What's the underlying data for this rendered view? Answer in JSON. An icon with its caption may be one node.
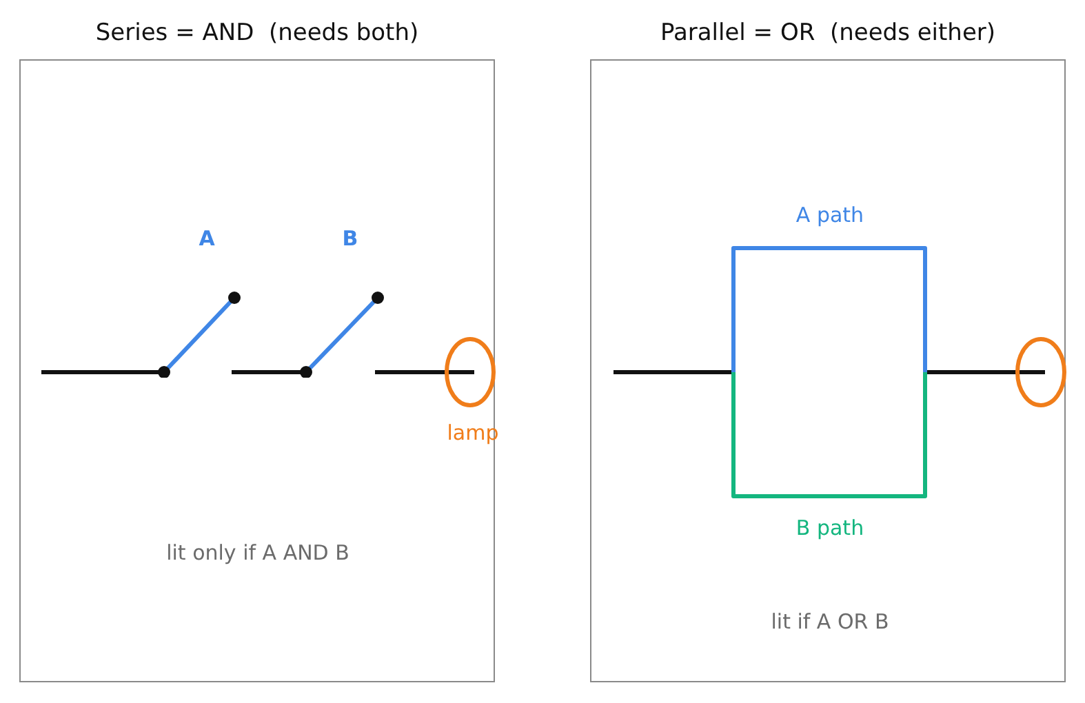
{
  "diagram": {
    "nodes": [
      {
        "text": [
          "Series = AND  (needs both)"
        ]
      },
      {
        "text": [],
        "shape": "circle",
        "in": 0,
        "beside": [
          "lamp"
        ]
      },
      {
        "text": [
          "Parallel = OR  (needs either)"
        ]
      },
      {
        "text": [],
        "shape": "circle",
        "in": 2
      }
    ],
    "labels": [
      "A",
      "B",
      "lit only if A AND B",
      "A path",
      "B path",
      "lit if A OR B"
    ]
  }
}
